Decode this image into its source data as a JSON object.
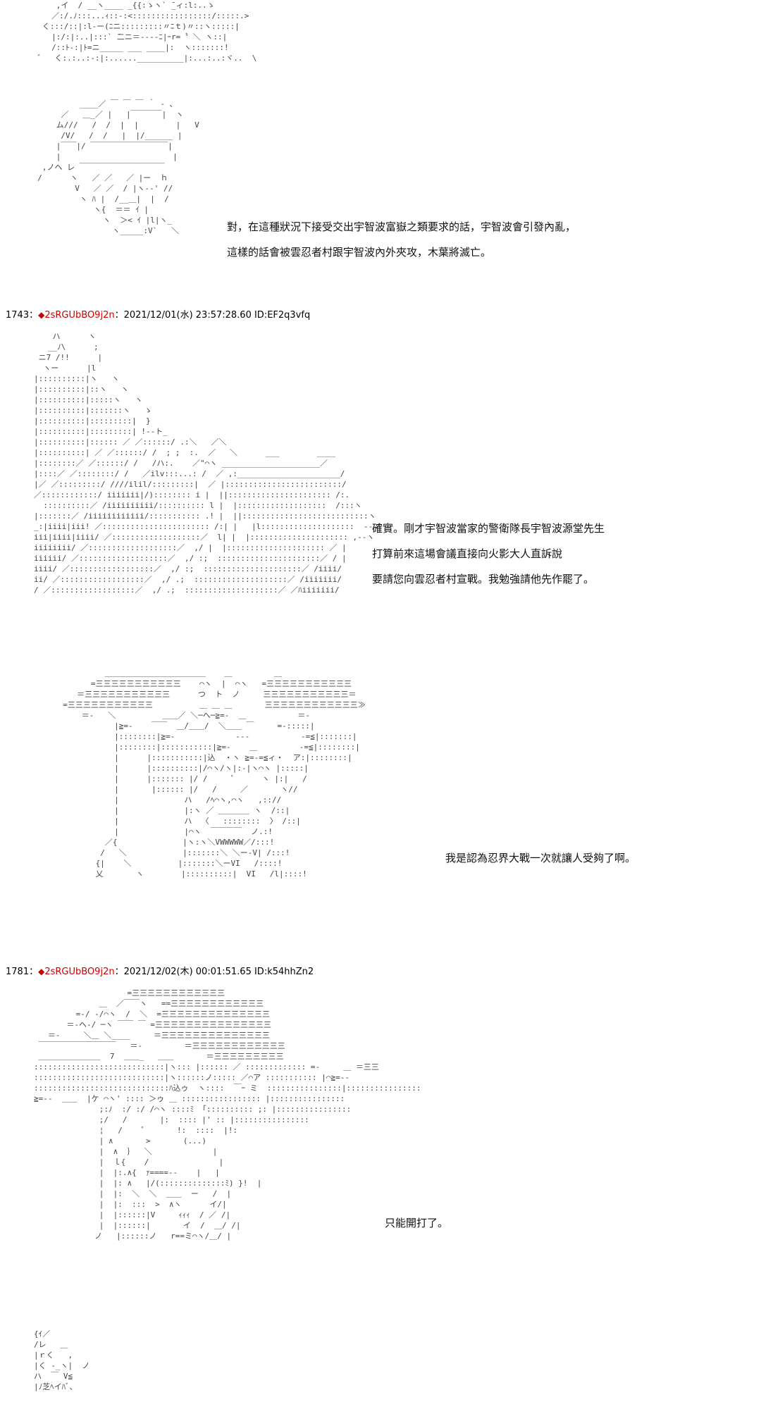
{
  "panel1": {
    "art": "      ,イ  / __ヽ____ _{{:ゝヽ` ̄_ィ:l:..ゝ\n     ／:/.ﾉ:::...ｨ::-:<:::::::::::::::::/:::::.>\n   く:::/::|:l-ー(ﾆニ:::::::::〃ﾆｔ)〃::ヽ:::::|\n     |:/:|:..|:::` ̄二ニ＝----ﾆ|ｰr=〝 ＼ ヽ::|\n     /::ﾄ-:|ﾄ=ニ_____ ___ ____|:  ヽ:::::::!\n  ゛  く:.:..:-:|:......__________|:...:..:ヾ..  \\",
    "text_lines": []
  },
  "panel2": {
    "art": "           ____／ ￣ ￣ ￣ ｀ - ､\n       ／   ＿_／ |   |￣￣￣￣|  ヽ\n      ム///   /  /  |  |        |   V\n       /V/   /  /   |  |/______ |\n      |￣￣|/ ￣￣￣￣￣￣￣￣￣￣|\n      |                        |\n   ,ノヘ レ ￣￣￣￣￣￣￣￣￣￣￣\n  /      ヽ   ／ ／   ／ |ー  ｈ\n          V   ／ ／  / |ヽ-‐' //\n           ヽ ﾊ |  /__＿|  |  /\n              ヽ{  ＝＝ ｲ |\n                ヽ  ＞< ｲ |l|ヽ_\n                  ヽ_____:V`   ＼",
    "text_lines": [
      "對，在這種狀況下接受交出宇智波富嶽之類要求的話，宇智波會引發內亂，",
      "這樣的話會被雲忍者村跟宇智波內外夾攻，木葉將滅亡。"
    ]
  },
  "post1743": {
    "number": "1743",
    "separator": "：",
    "diamond": "◆",
    "name": "2sRGUbBO9j2n",
    "info": "：2021/12/01(水) 23:57:28.60 ID:EF2q3vfq"
  },
  "panel3": {
    "art": "    ハ      ヽ\n   __ﾉ\\      ;\n ニ7 /!!      |\n  ヽー      |l\n|::::::::::|ヽ   ヽ\n|::::::::::|::ヽ   ヽ\n|::::::::::|:::::ヽ   ヽ\n|::::::::::|:::::::ヽ   ゝ\n|::::::::::|:::::::::|  }\n|::::::::::|:::::::::| !--ト_\n|::::::::::|:::::: ／ ／::::::/ .:＼   ／＼\n|::::::::::| ／ ／::::::/ /  ; ;  :.  ／   ＼      ___        ____\n|::::::::／ ／::::::/ /   /ハ:.    ／\"⌒ヽ _____________________／\n|::::／ ／::::::::/ /   ／ilv:::...: /  ／ ,:______________________/\n|／ ／:::::::::/ ////ilil/:::::::::|  ／ |:::::::::::::::::::::::::/\n／::::::::::::/ iiiiiii|/):::::::: i |  ||:::::::::::::::::::::: /:.\n  ::::::::::／ /iiiiiiiiii/:::::::::: l |  |:::::::::::::::::::  /:::ヽ\n|:::::::／ /iiiiiiiiiiii/::::::::::: .! |  ||:::::::::::::::::::::::::::ヽ\n_:|iiii|iii! ／::::::::::::::::::::::: /:| |   |l::::::::::::::::::::  ---|\niii|iiii|iiii/ ／:::::::::::::::::::／  l| |  |::::::::::::::::::::: ,--ヽ\niiiiiiii/ ／:::::::::::::::::::／  ,/ |  |::::::::::::::::::::: ／ |\niiiiii/ ／:::::::::::::::::::／  ,/ :;  ::::::::::::::::::::::／ / |\niiii/ ／::::::::::::::::::／  ,/ :;  :::::::::::::::::::::／ /iiii/\nii/ ／::::::::::::::::::／  ,/ .;  ::::::::::::::::::::／ /iiiiiii/\n/ ／::::::::::::::::::／  ,/ .;  ::::::::::::::::::::／ ／ﾊiiiiiii/",
    "text_lines": [
      "確實。剛才宇智波當家的警衛隊長宇智波源堂先生",
      "打算前來這場會議直接向火影大人直訴說",
      "要請您向雲忍者村宣戰。我勉強請他先作罷了。"
    ]
  },
  "panel4": {
    "art": "           ＿＿＿＿＿＿＿＿＿＿＿＿＿    ＿         ＿\n        =三三三三三三三三三三三    ⌒ヽ  |  ⌒ヽ   =三三三三三三三三三三三\n     ＝三三三三三三三三三三三      つ  ト  ノ     三三三三三三三三三三三＝\n  =三三三三三三三三三三三          ＿ ＿ ＿       三三三三三三三三三三三三≫\n      ＝-   ＼          ＿＿／ ＼─へ─≧=-  ＿           ＝-\n             |≧=-    ￣￣  ＿/＿＿/  ＼＿＿ ￣     =-:::::|\n             |::::::::|≧=-             ---           -=≦|:::::::|\n             |::::::::|:::::::::::|≧=-    ＿         -=≦|::::::::|\n             |      |:::::::::::|込  ・ヽ ≧=-=≦ィ・  ア:|::::::::|\n             |      |::::::::::|/⌒ヽ/ヽ|:-|ヽ⌒ヽ |:::::|\n             |      |::::::: |/ /     ゜     ヽ |:|   /\n             |       |:::::: |/   /     ／       ヽ//\n             |              ハ   /ﾍ⌒ヽ,⌒ヽ   ,:://\n             |              |:ヽ ／ ＿＿＿＿ ヽ  /::|\n             |              ハ  〈   ::::::::  〉 /::|\n             |              |⌒ヽ  ￣￣￣￣  ノ.:!\n           ／{              |ヽ:ヽ＼VWWWWW／/:::!\n          /   ＼            |:::::::＼ ＼ー-V| /:::!\n         {|    ＼          |:::::::＼ーVI   /::::!\n         乂       ヽ        |::::::::::|  VI   /l|::::!",
    "text_lines": [
      "我是認為忍界大戰一次就讓人受夠了啊。"
    ]
  },
  "post1781": {
    "number": "1781",
    "separator": "：",
    "diamond": "◆",
    "name": "2sRGUbBO9j2n",
    "info": "：2021/12/02(木) 00:01:51.65 ID:k54hhZn2"
  },
  "panel5": {
    "art": "                    =三三三三三三三三三三三三\n              ＿  ／￣￣ヽ   ==三三三三三三三三三三三三\n         =-/ -/⌒ヽ  /  ＼  =三三三三三三三三三三三三三三\n       ＝-ヘ-/ ─ヽ ￣￣ ￣ =三三三三三三三三三三三三三三三\n   ＝-     ＼＿ ＼____     ＝三三三三三三三三三三三三三三\n ￣￣￣￣￣￣￣￣￣￣   ＝-         ＝三三三三三三三三三三三三\n ＿＿＿＿＿＿＿＿  7  ＿＿_   ＿＿       ＝三三三三三三三三三\n::::::::::::::::::::::::::::|ヽ::: |:::::: ／ ::::::::::::: =-     ＿ ＝三三\n::::::::::::::::::::::::::::|ヽ::::::ノ::::: ／⌒ア ::::::::::: |⌒≧=--\n:::::::::::::::::::::::::::::ﾊ込ゥ  ヽ::::  ￣ｰ ミ  ::::::::::::::::|::::::::::::::::\n≧=--  ＿＿  |ケ ⌒ヽ' :::: ＞ゥ ＿ ::::::::::::::::: |::::::::::::::::\n              ;:ﾉ  :/ :/ /⌒ヽ ::::ﾐ 「:::::::::: ;: |::::::::::::::::\n              ;/   /       |:  :::: |' :: |::::::::::::::::\n              ¦   /    ゜      !:  ::::  |!:\n              | ∧       >       (...)\n              |  ∧  ｝  ＼             |\n              |  ｌ{    /               |\n              |  |:.∧{  ｧ====--    |   |\n              |  |: ∧   |/(::::::::::::::ﾐ) }!  |\n              |  |:  ＼  ＼  ＿＿  ー   /  |\n              |  |:  :::  >  ∧ヽ      イ/|\n              |  |::::::|V     ｨｨｨ  / ／ /|\n              |  |::::::|       イ  /  ＿/ /|\n             ノ   |::::::ノ   r==ミ⌒ヽ/＿/ |",
    "text_lines": [
      "只能開打了。"
    ]
  },
  "panel6": {
    "art": "{ｲ／\n/レ   ＿\n|ｒく   ,\n|く -_ヽ|  ノ\nハ  ￣ V≦\n|ﾉ芝ﾍイﾊﾞ、"
  }
}
